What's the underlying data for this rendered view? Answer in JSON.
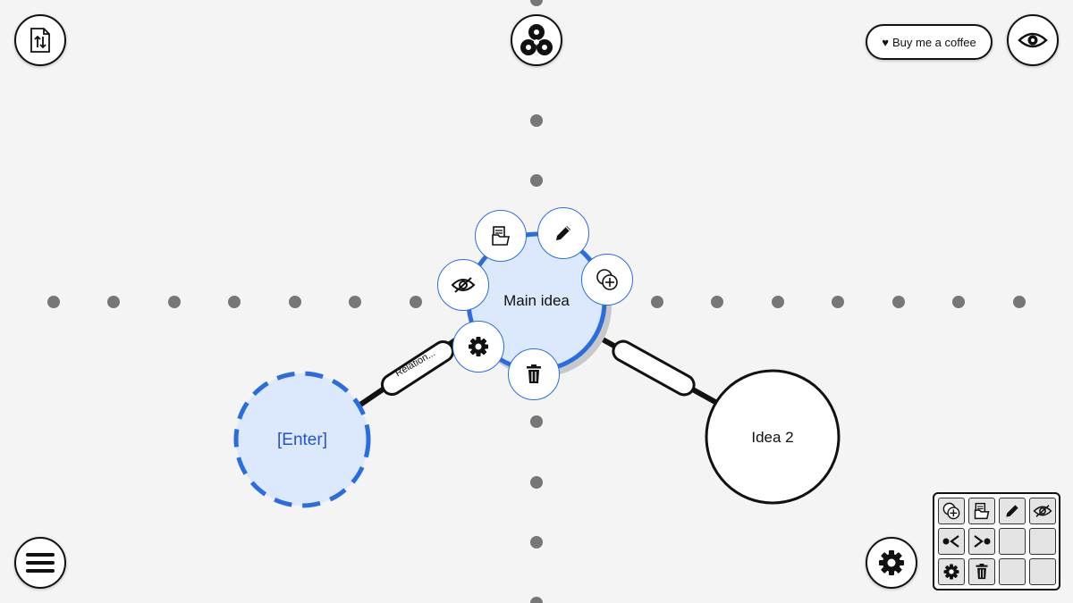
{
  "toolbar": {
    "file_icon": "file-transfer-icon",
    "logo_icon": "app-logo-icon",
    "coffee_label": "Buy me a coffee",
    "heart_glyph": "♥",
    "eye_icon": "eye-icon",
    "menu_icon": "hamburger-menu-icon",
    "settings_icon": "gear-icon"
  },
  "nodes": {
    "main": {
      "label": "Main idea"
    },
    "enter": {
      "label": "[Enter]"
    },
    "idea2": {
      "label": "Idea 2"
    }
  },
  "edges": {
    "relation_label": "Relation..."
  },
  "node_actions": [
    {
      "icon": "hide-icon"
    },
    {
      "icon": "details-icon"
    },
    {
      "icon": "edit-pencil-icon"
    },
    {
      "icon": "add-node-icon"
    },
    {
      "icon": "gear-icon"
    },
    {
      "icon": "trash-icon"
    }
  ],
  "palette": [
    "add-node-icon",
    "details-icon",
    "edit-pencil-icon",
    "hide-icon",
    "collapse-left-icon",
    "expand-right-icon",
    "empty",
    "empty",
    "gear-icon",
    "trash-icon",
    "empty",
    "empty"
  ],
  "colors": {
    "accent": "#2a6de0",
    "node_fill": "#dce8fb",
    "background": "#f4f4f4",
    "dots": "#777777"
  }
}
